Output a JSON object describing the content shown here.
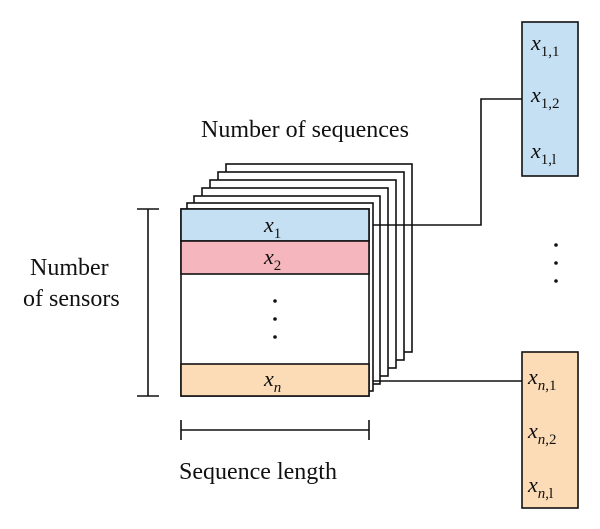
{
  "labels": {
    "sequences": "Number of sequences",
    "sensors_line1": "Number",
    "sensors_line2": "of sensors",
    "length": "Sequence length"
  },
  "matrix_rows": [
    {
      "var": "x",
      "sub": "1",
      "color": "#c5dff3"
    },
    {
      "var": "x",
      "sub": "2",
      "color": "#f6b6bd"
    },
    {
      "var": "x",
      "sub": "n",
      "color": "#fbdcb7"
    }
  ],
  "column_top": {
    "color": "#c5dff3",
    "entries": [
      {
        "var": "x",
        "sub": "1,1"
      },
      {
        "var": "x",
        "sub": "1,2"
      },
      {
        "var": "x",
        "sub": "1,l"
      }
    ]
  },
  "column_bottom": {
    "color": "#fbdcb7",
    "entries": [
      {
        "var": "x",
        "sub_italic": "n",
        "sub": ",1"
      },
      {
        "var": "x",
        "sub_italic": "n",
        "sub": ",2"
      },
      {
        "var": "x",
        "sub_italic": "n",
        "sub": ",l"
      }
    ]
  },
  "ellipsis": ". . ."
}
